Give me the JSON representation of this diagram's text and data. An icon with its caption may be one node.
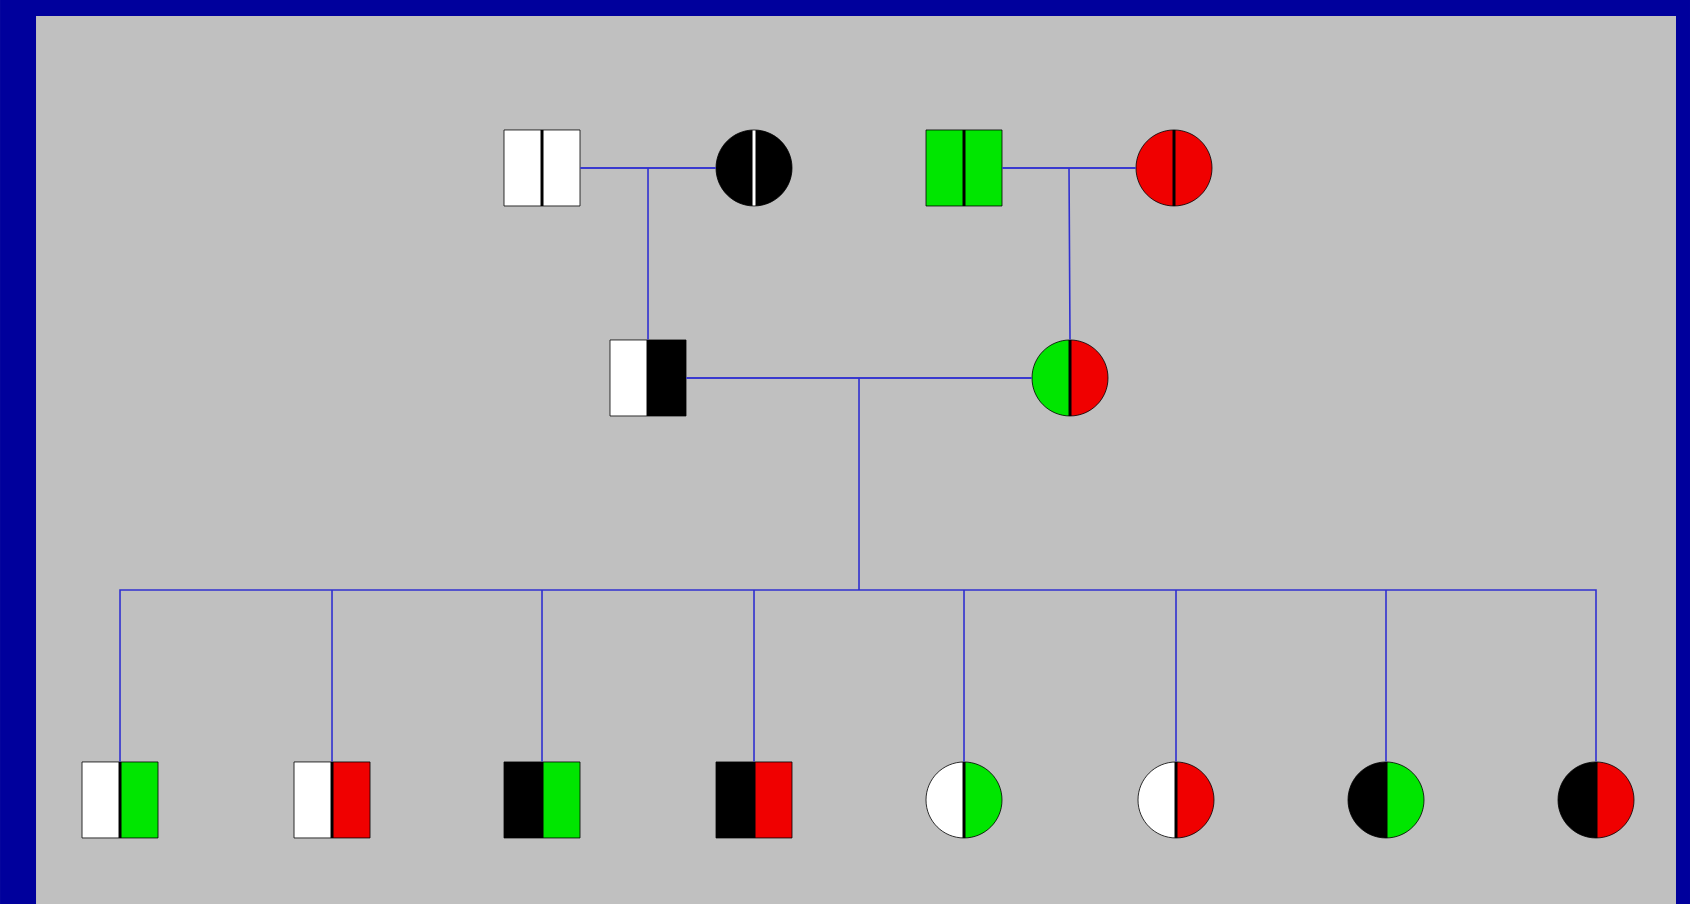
{
  "diagram": {
    "nodes": [
      {
        "text": [],
        "shape": "box"
      },
      {
        "text": [],
        "shape": "circle"
      },
      {
        "text": [],
        "shape": "box"
      },
      {
        "text": [],
        "shape": "circle"
      },
      {
        "text": [],
        "shape": "box"
      },
      {
        "text": [],
        "shape": "circle"
      },
      {
        "text": [],
        "shape": "box"
      },
      {
        "text": [],
        "shape": "box"
      },
      {
        "text": [],
        "shape": "box"
      },
      {
        "text": [],
        "shape": "box"
      },
      {
        "text": [],
        "shape": "circle"
      },
      {
        "text": [],
        "shape": "circle"
      },
      {
        "text": [],
        "shape": "circle"
      },
      {
        "text": [],
        "shape": "circle"
      }
    ],
    "edges": [
      {
        "from": 0,
        "to": 1,
        "arrow": "none"
      },
      {
        "from": 2,
        "to": 3,
        "arrow": "none"
      },
      {
        "from": 4,
        "to": 5,
        "arrow": "none"
      },
      {
        "from": 0,
        "to": 4,
        "arrow": "none"
      },
      {
        "from": 1,
        "to": 4,
        "arrow": "none"
      },
      {
        "from": 2,
        "to": 5,
        "arrow": "none"
      },
      {
        "from": 3,
        "to": 5,
        "arrow": "none"
      },
      {
        "from": 4,
        "to": 6,
        "arrow": "none"
      },
      {
        "from": 5,
        "to": 6,
        "arrow": "none"
      },
      {
        "from": 4,
        "to": 7,
        "arrow": "none"
      },
      {
        "from": 5,
        "to": 7,
        "arrow": "none"
      },
      {
        "from": 4,
        "to": 8,
        "arrow": "none"
      },
      {
        "from": 5,
        "to": 8,
        "arrow": "none"
      },
      {
        "from": 4,
        "to": 9,
        "arrow": "none"
      },
      {
        "from": 5,
        "to": 9,
        "arrow": "none"
      },
      {
        "from": 4,
        "to": 10,
        "arrow": "none"
      },
      {
        "from": 5,
        "to": 10,
        "arrow": "none"
      },
      {
        "from": 4,
        "to": 11,
        "arrow": "none"
      },
      {
        "from": 5,
        "to": 11,
        "arrow": "none"
      },
      {
        "from": 4,
        "to": 12,
        "arrow": "none"
      },
      {
        "from": 5,
        "to": 12,
        "arrow": "none"
      },
      {
        "from": 4,
        "to": 13,
        "arrow": "none"
      },
      {
        "from": 5,
        "to": 13,
        "arrow": "none"
      }
    ]
  }
}
